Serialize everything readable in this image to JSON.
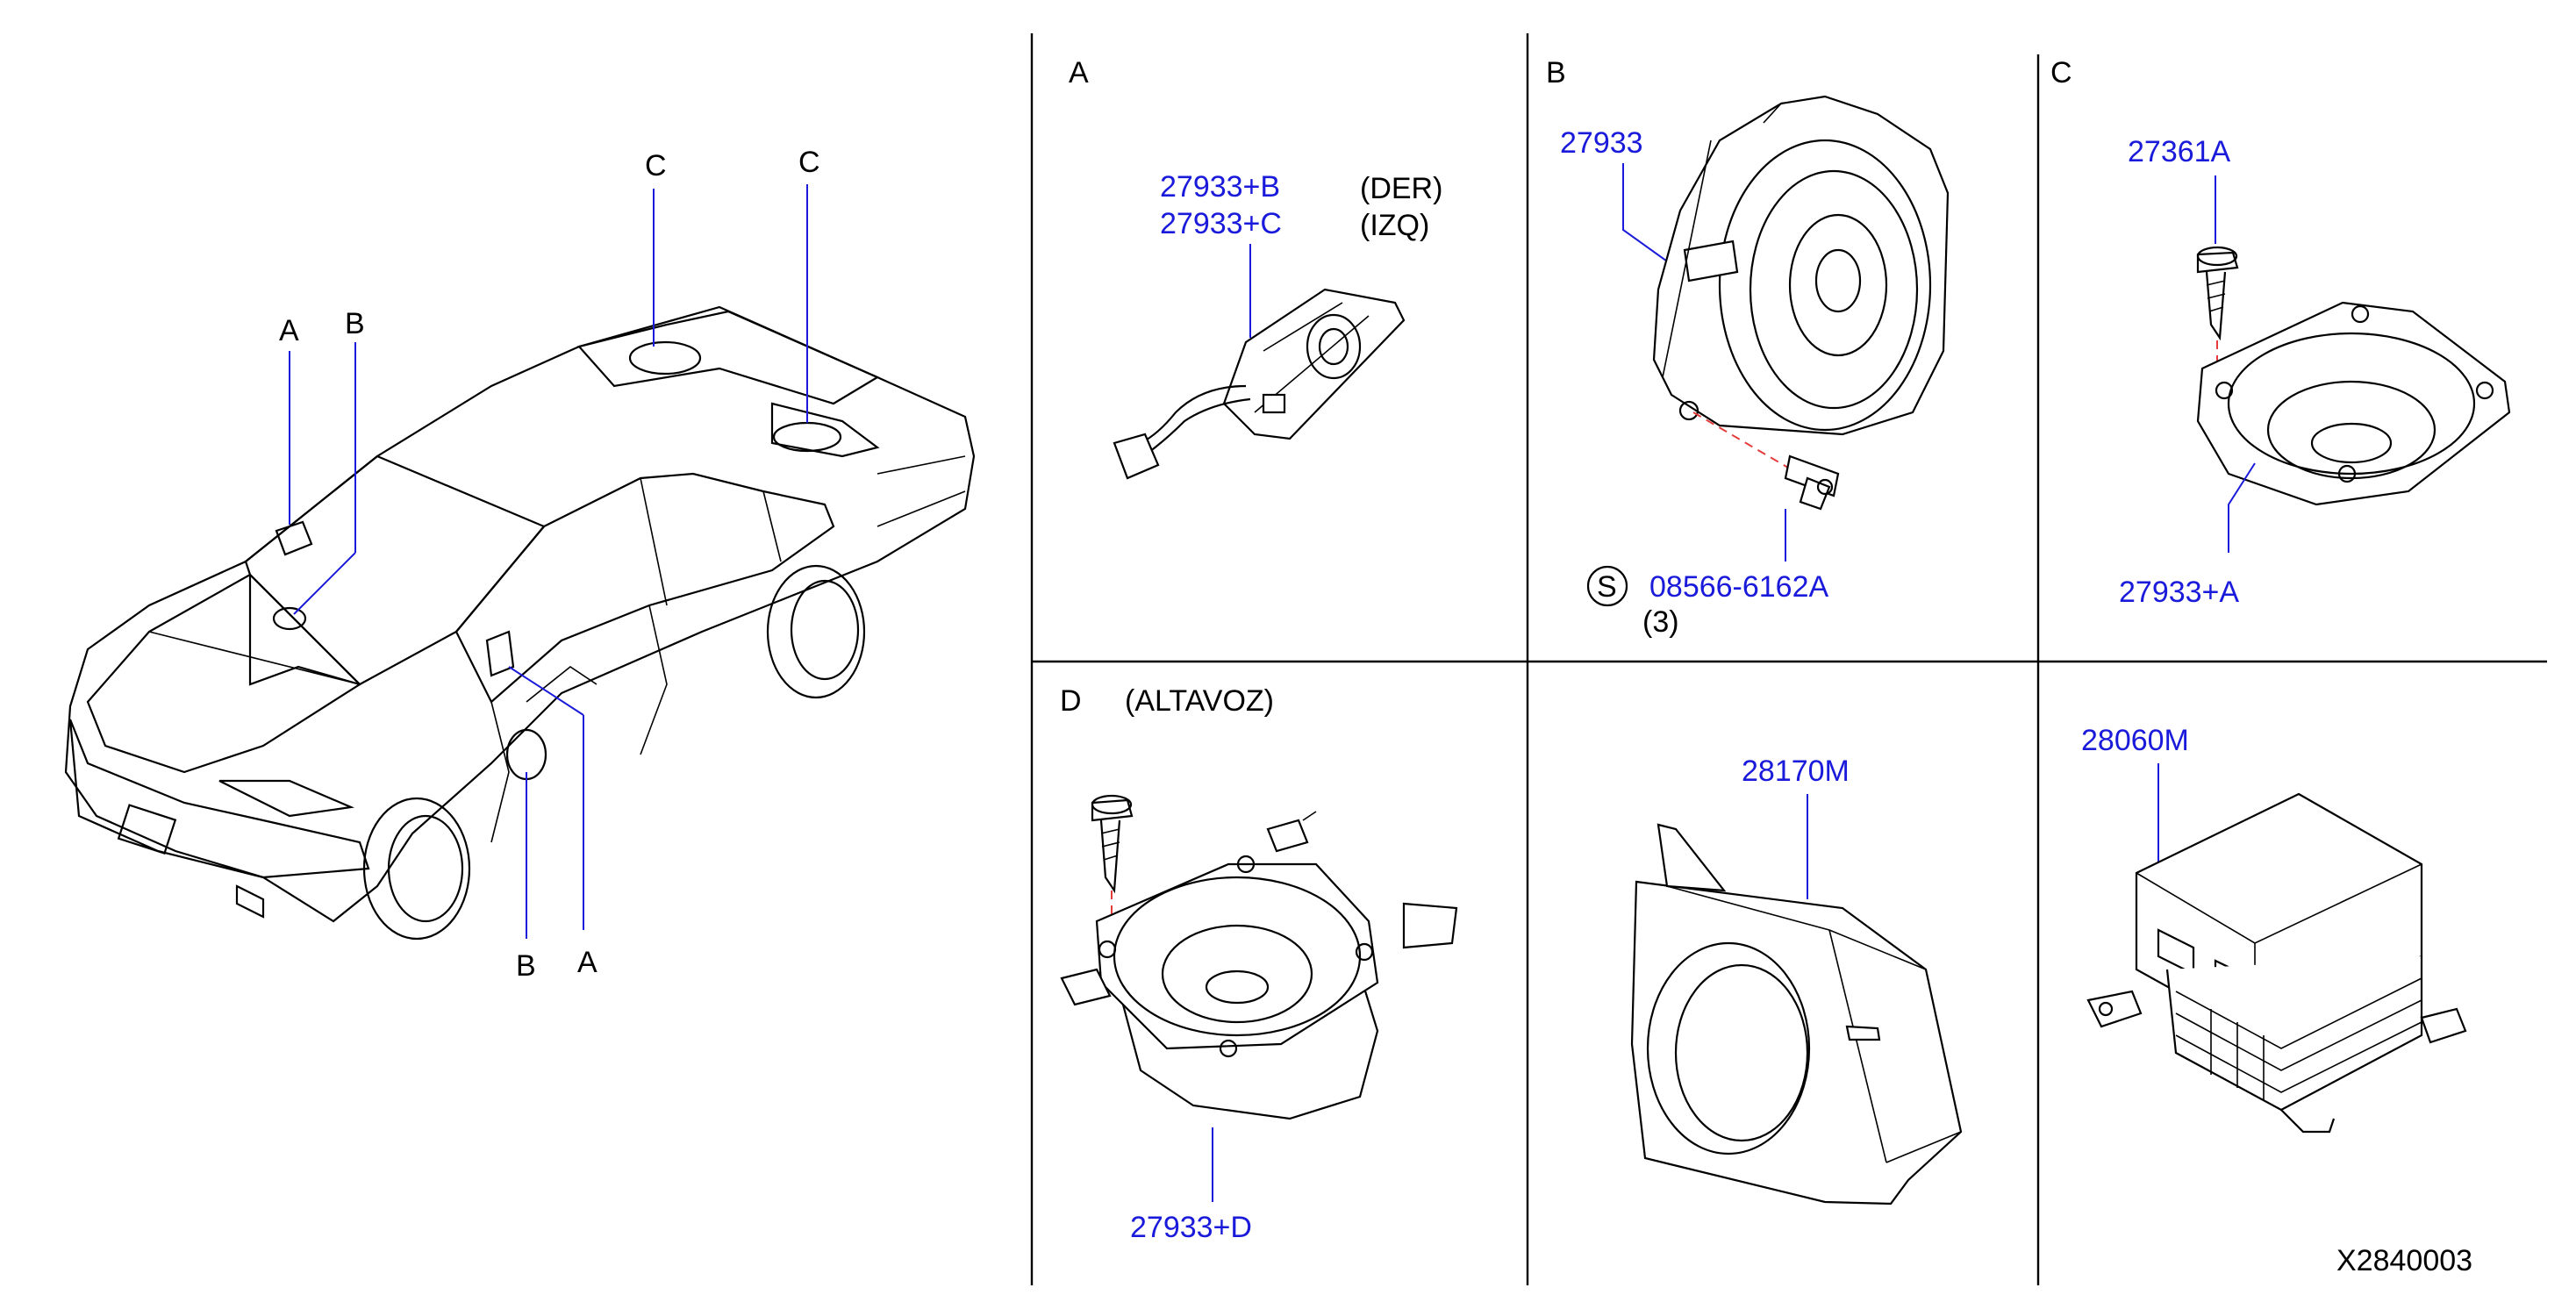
{
  "car": {
    "labels": {
      "top_c1": "C",
      "top_c2": "C",
      "top_a": "A",
      "top_b": "B",
      "bottom_b": "B",
      "bottom_a": "A"
    }
  },
  "panels": {
    "a": {
      "letter": "A",
      "part_b": "27933+B",
      "part_c": "27933+C",
      "der": "(DER)",
      "izq": "(IZQ)"
    },
    "b": {
      "letter": "B",
      "part": "27933",
      "screw_symbol": "S",
      "screw_part": "08566-6162A",
      "screw_qty": "(3)"
    },
    "c": {
      "letter": "C",
      "bolt_part": "27361A",
      "speaker_part": "27933+A"
    },
    "d": {
      "letter": "D",
      "title": "(ALTAVOZ)",
      "speaker_part": "27933+D"
    },
    "e": {
      "part": "28170M"
    },
    "f": {
      "part": "28060M"
    }
  },
  "diagram_id": "X2840003",
  "colors": {
    "part_number": "#1a1adb",
    "dash": "#e53b3b",
    "line": "#000000"
  }
}
